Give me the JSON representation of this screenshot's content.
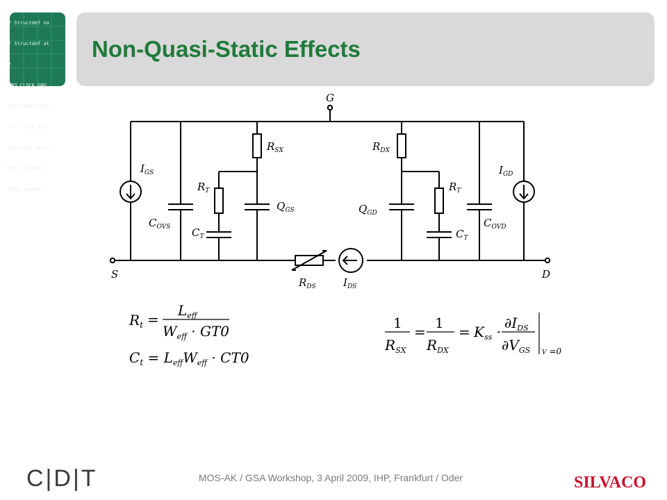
{
  "slide": {
    "title": "Non-Quasi-Static Effects",
    "footer": "MOS-AK / GSA Workshop, 3 April 2009,  IHP,  Frankfurt / Oder",
    "left_logo": "C|D|T",
    "right_logo": "SILVACO",
    "code_lines": [
      "* Structdef na",
      "* Structdef at",
      "*",
      "VP3 CLOCK GND",
      "VP4 ENABLE GND",
      "VP7 CLEAR GND",
      "VP18 VDD GND D",
      "CP22 COUNT=3",
      "CP20 COUNT=12"
    ]
  },
  "circuit": {
    "node_g": "G",
    "node_s": "S",
    "node_d": "D",
    "i_gs": {
      "main": "I",
      "sub": "GS"
    },
    "c_ovs": {
      "main": "C",
      "sub": "OVS"
    },
    "r_t_left": {
      "main": "R",
      "sub": "T"
    },
    "c_t_left": {
      "main": "C",
      "sub": "T"
    },
    "r_sx": {
      "main": "R",
      "sub": "SX"
    },
    "q_gs": {
      "main": "Q",
      "sub": "GS"
    },
    "r_dx": {
      "main": "R",
      "sub": "DX"
    },
    "q_gd": {
      "main": "Q",
      "sub": "GD"
    },
    "r_t_right": {
      "main": "R",
      "sub": "T"
    },
    "c_t_right": {
      "main": "C",
      "sub": "T"
    },
    "c_ovd": {
      "main": "C",
      "sub": "OVD"
    },
    "i_gd": {
      "main": "I",
      "sub": "GD"
    },
    "r_ds": {
      "main": "R",
      "sub": "DS"
    },
    "i_ds": {
      "main": "I",
      "sub": "DS"
    }
  },
  "equations": {
    "rt": {
      "lhs": "R",
      "lhs_sub": "t",
      "num": "L",
      "num_sub": "eff",
      "den_a": "W",
      "den_a_sub": "eff",
      "den_b": "GT0"
    },
    "ct": {
      "lhs": "C",
      "lhs_sub": "t",
      "a": "L",
      "a_sub": "eff",
      "b": "W",
      "b_sub": "eff",
      "c": "CT0"
    },
    "rsx": {
      "one": "1",
      "r1": "R",
      "r1_sub": "SX",
      "r2": "R",
      "r2_sub": "DX",
      "k": "K",
      "k_sub": "ss",
      "num": "∂I",
      "num_sub": "DS",
      "den": "∂V",
      "den_sub": "GS",
      "eval_sub": "V",
      "eval_rest": "=0"
    }
  }
}
